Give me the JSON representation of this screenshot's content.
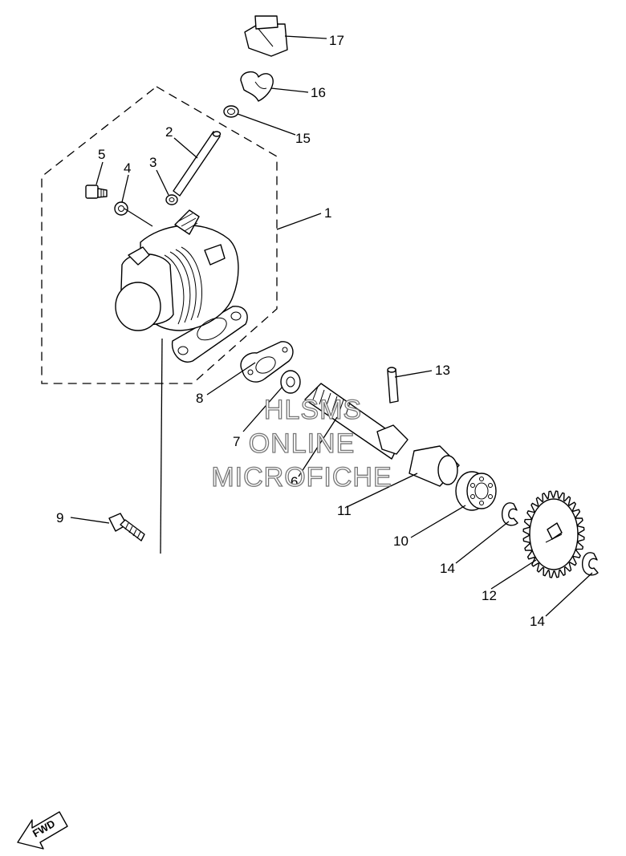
{
  "callouts": {
    "c1": "1",
    "c2": "2",
    "c3": "3",
    "c4": "4",
    "c5": "5",
    "c6": "6",
    "c7": "7",
    "c8": "8",
    "c9": "9",
    "c10": "10",
    "c11": "11",
    "c12": "12",
    "c13": "13",
    "c14a": "14",
    "c14b": "14",
    "c15": "15",
    "c16": "16",
    "c17": "17"
  },
  "watermark": {
    "line1": "HLSMS",
    "line2": "ONLINE",
    "line3": "MICROFICHE"
  },
  "direction_arrow": {
    "label": "FWD",
    "icon": "forward-arrow-icon"
  }
}
